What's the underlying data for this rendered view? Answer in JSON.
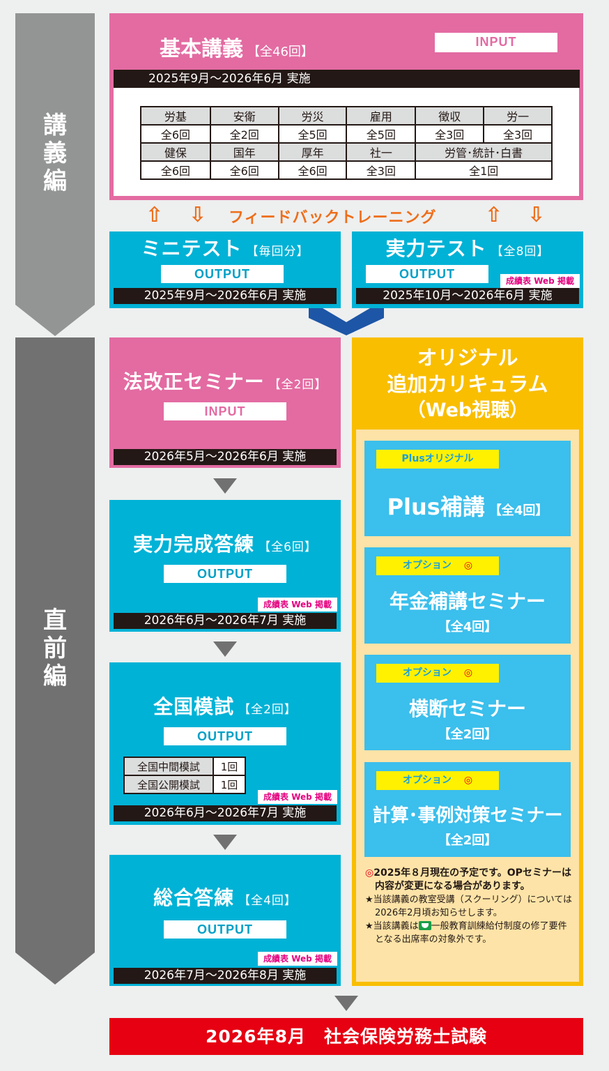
{
  "colors": {
    "background": "#eeefef",
    "input_pink": "#e36ba2",
    "output_cyan": "#00b2d6",
    "original_orange": "#f9be00",
    "original_cream": "#fde3a7",
    "card_blue": "#3bbfec",
    "tag_yellow": "#fff100",
    "exam_red": "#e60012",
    "date_bar": "#231815",
    "feedback_orange": "#ee6e1a",
    "chevron_navy": "#1d56a6",
    "phase1_gray": "#939494",
    "phase2_gray": "#717171"
  },
  "phases": [
    {
      "label": "講義編"
    },
    {
      "label": "直前編"
    }
  ],
  "basic_lecture": {
    "title": "基本講義",
    "count": "【全46回】",
    "type": "INPUT",
    "period": "2025年9月～2026年6月 実施",
    "table": {
      "row1_headers": [
        "労基",
        "安衛",
        "労災",
        "雇用",
        "徴収",
        "労一"
      ],
      "row1_values": [
        "全6回",
        "全2回",
        "全5回",
        "全5回",
        "全3回",
        "全3回"
      ],
      "row2_headers": [
        "健保",
        "国年",
        "厚年",
        "社一",
        "労管･統計･白書"
      ],
      "row2_values": [
        "全6回",
        "全6回",
        "全6回",
        "全3回",
        "全1回"
      ]
    }
  },
  "feedback": {
    "up_icon": "⇧",
    "down_icon": "⇩",
    "label": "フィードバックトレーニング"
  },
  "mini_test": {
    "title": "ミニテスト",
    "count": "【毎回分】",
    "type": "OUTPUT",
    "period": "2025年9月～2026年6月 実施"
  },
  "ability_test": {
    "title": "実力テスト",
    "count": "【全8回】",
    "type": "OUTPUT",
    "badge": "成績表 Web 掲載",
    "period": "2025年10月～2026年6月 実施"
  },
  "law_seminar": {
    "title": "法改正セミナー",
    "count": "【全2回】",
    "type": "INPUT",
    "period": "2026年5月～2026年6月 実施"
  },
  "completion_drill": {
    "title": "実力完成答練",
    "count": "【全6回】",
    "type": "OUTPUT",
    "badge": "成績表 Web 掲載",
    "period": "2026年6月～2026年7月 実施"
  },
  "national_mock": {
    "title": "全国模試",
    "count": "【全2回】",
    "type": "OUTPUT",
    "rows": [
      {
        "name": "全国中間模試",
        "count": "1回"
      },
      {
        "name": "全国公開模試",
        "count": "1回"
      }
    ],
    "badge": "成績表 Web 掲載",
    "period": "2026年6月～2026年7月 実施"
  },
  "general_drill": {
    "title": "総合答練",
    "count": "【全4回】",
    "type": "OUTPUT",
    "badge": "成績表 Web 掲載",
    "period": "2026年7月～2026年8月 実施"
  },
  "original": {
    "title_line1": "オリジナル",
    "title_line2": "追加カリキュラム",
    "title_line3": "（Web視聴）",
    "cards": [
      {
        "tag": "Plusオリジナル",
        "title": "Plus補講",
        "count": "【全4回】"
      },
      {
        "tag": "オプション",
        "mark": "◎",
        "title": "年金補講セミナー",
        "count": "【全4回】"
      },
      {
        "tag": "オプション",
        "mark": "◎",
        "title": "横断セミナー",
        "count": "【全2回】"
      },
      {
        "tag": "オプション",
        "mark": "◎",
        "title": "計算･事例対策セミナー",
        "count": "【全2回】"
      }
    ],
    "notes": {
      "note1_mark": "◎",
      "note1": "2025年８月現在の予定です。OPセミナーは内容が変更になる場合があります。",
      "note2": "★当該講義の教室受講（スクーリング）については2026年2月頃お知らせします。",
      "note3_before": "★当該講義は",
      "note3_after": "一般教育訓練給付制度の修了要件となる出席率の対象外です。"
    }
  },
  "exam": {
    "label": "2026年8月　社会保険労務士試験"
  }
}
